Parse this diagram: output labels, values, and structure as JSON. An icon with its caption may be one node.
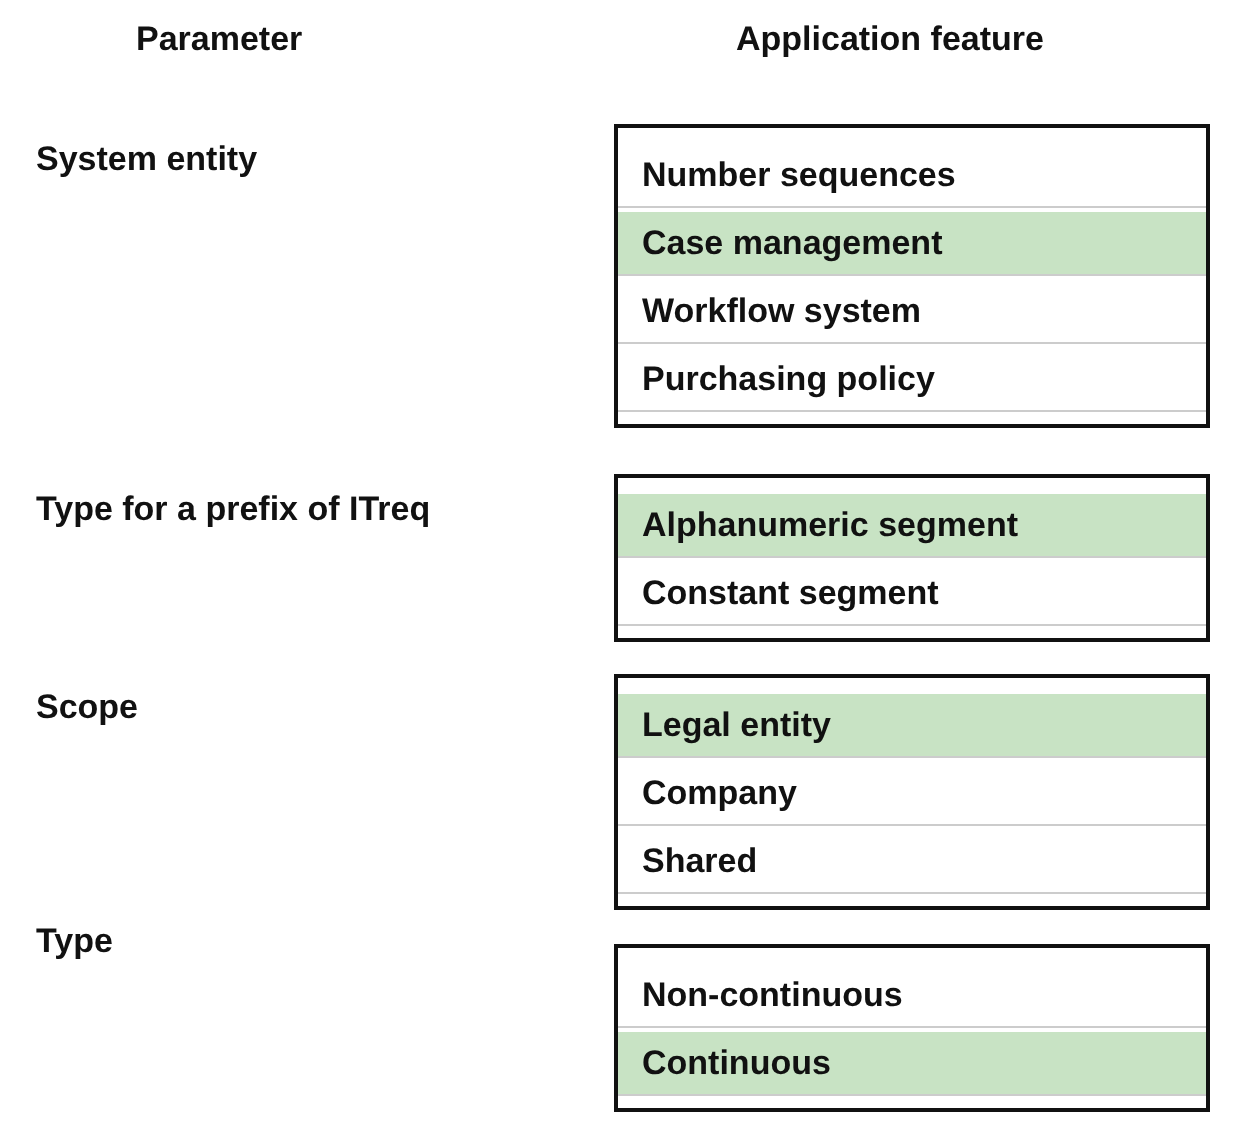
{
  "diagram": {
    "nodes": [
      {
        "text": [],
        "shape": "box"
      },
      {
        "text": [
          "Number sequences"
        ],
        "in": 0
      },
      {
        "text": [
          "Case management"
        ],
        "in": 0
      },
      {
        "text": [
          "Workflow system"
        ],
        "in": 0
      },
      {
        "text": [
          "Purchasing policy"
        ],
        "in": 0
      },
      {
        "text": [],
        "shape": "box"
      },
      {
        "text": [
          "Alphanumeric segment"
        ],
        "in": 5
      },
      {
        "text": [
          "Constant segment"
        ],
        "in": 5
      },
      {
        "text": [],
        "shape": "box"
      },
      {
        "text": [
          "Legal entity"
        ],
        "in": 8
      },
      {
        "text": [
          "Company"
        ],
        "in": 8
      },
      {
        "text": [
          "Shared"
        ],
        "in": 8
      },
      {
        "text": [],
        "shape": "box"
      },
      {
        "text": [
          "Non-continuous"
        ],
        "in": 12
      },
      {
        "text": [
          "Continuous"
        ],
        "in": 12
      }
    ],
    "labels": [
      "Parameter",
      "Application feature",
      "System entity",
      "Type for a prefix of ITreq",
      "Scope",
      "Type"
    ]
  }
}
